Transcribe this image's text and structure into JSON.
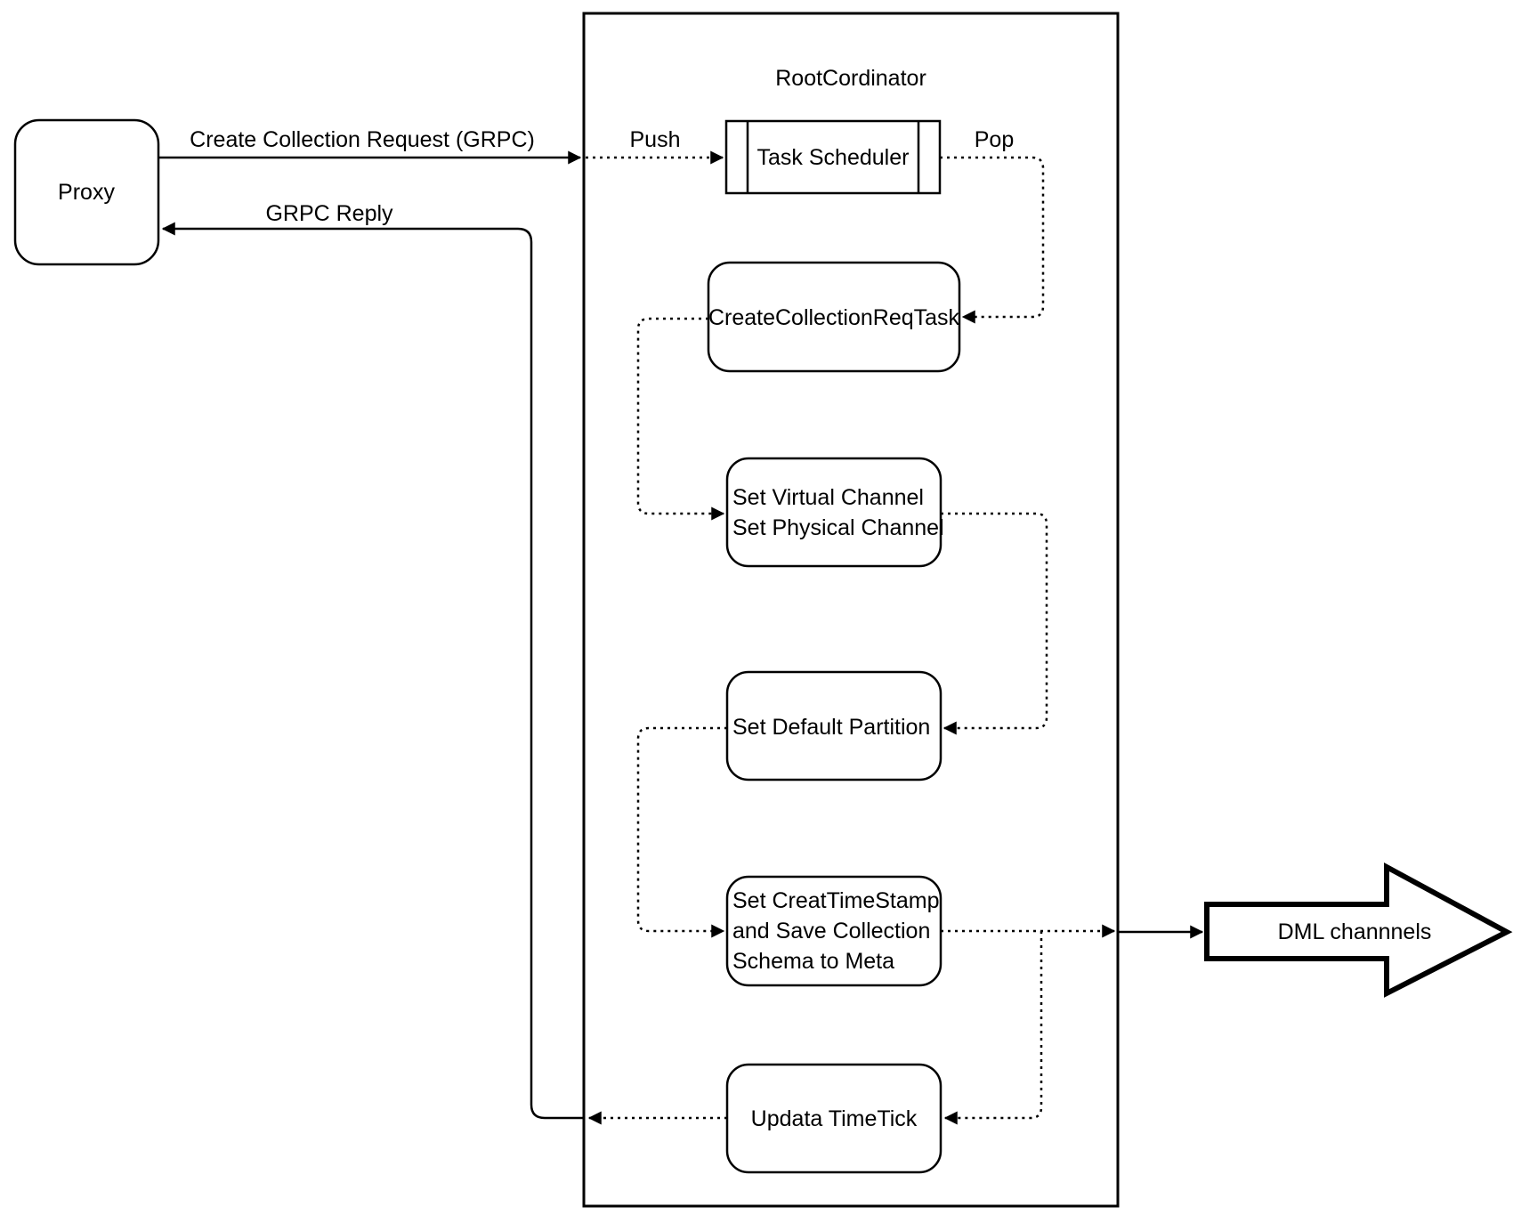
{
  "diagram": {
    "container_title": "RootCordinator",
    "nodes": {
      "proxy": {
        "label": "Proxy"
      },
      "task_scheduler": {
        "label": "Task Scheduler"
      },
      "create_collection_req_task": {
        "label": "CreateCollectionReqTask"
      },
      "set_channels": {
        "lines": [
          "Set Virtual Channel",
          "Set Physical Channel"
        ]
      },
      "set_default_partition": {
        "label": "Set Default Partition"
      },
      "set_creat_timestamp": {
        "lines": [
          "Set CreatTimeStamp",
          "and Save Collection",
          "Schema to Meta"
        ]
      },
      "updata_timetick": {
        "label": "Updata TimeTick"
      },
      "dml_channels": {
        "label": "DML channnels"
      }
    },
    "edges": {
      "create_collection_request": {
        "label": "Create Collection Request (GRPC)"
      },
      "grpc_reply": {
        "label": "GRPC Reply"
      },
      "push": {
        "label": "Push"
      },
      "pop": {
        "label": "Pop"
      }
    },
    "colors": {
      "stroke": "#000000",
      "fill": "#ffffff",
      "background": "#ffffff"
    }
  }
}
